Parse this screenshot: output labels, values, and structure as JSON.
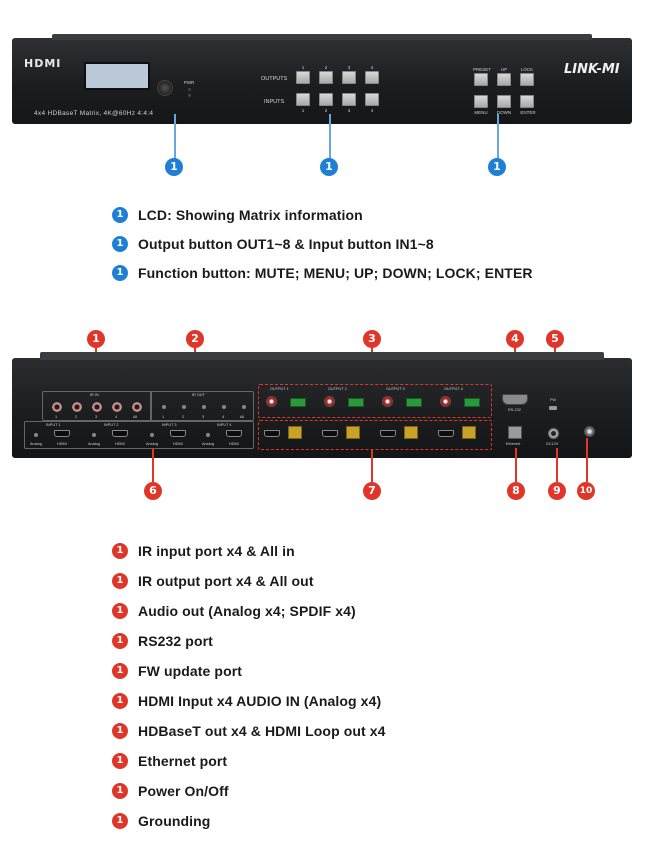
{
  "front_panel": {
    "logo": "HDMI",
    "subtitle": "4x4 HDBaseT Matrix, 4K@60Hz 4:4:4",
    "brand": "LINK-MI",
    "outputs_label": "OUTPUTS",
    "inputs_label": "INPUTS",
    "button_numbers": [
      "1",
      "2",
      "3",
      "4"
    ],
    "function_buttons": [
      "PRESET",
      "UP",
      "LOCK",
      "MENU",
      "DOWN",
      "ENTER"
    ],
    "power_label": "PWR"
  },
  "front_callouts": [
    "1",
    "1",
    "1"
  ],
  "front_legend": [
    {
      "num": "1",
      "text": "LCD: Showing Matrix information"
    },
    {
      "num": "1",
      "text": "Output button OUT1~8 & Input button IN1~8"
    },
    {
      "num": "1",
      "text": "Function button: MUTE; MENU; UP; DOWN; LOCK; ENTER"
    }
  ],
  "back_panel": {
    "ir_in_label": "IR IN",
    "ir_out_label": "IR OUT",
    "ir_in_ports": [
      "1",
      "2",
      "3",
      "4",
      "All"
    ],
    "ir_out_ports": [
      "1",
      "2",
      "3",
      "4",
      "All"
    ],
    "input_labels": [
      "INPUT 1",
      "INPUT 2",
      "INPUT 3",
      "INPUT 4"
    ],
    "input_sub": [
      "Analog",
      "HDMI"
    ],
    "outputs": [
      "OUTPUT 1",
      "OUTPUT 2",
      "OUTPUT 3",
      "OUTPUT 4"
    ],
    "rs232_label": "RS-232",
    "fw_label": "FW",
    "ethernet_label": "Ethernet",
    "dc_label": "DC12V"
  },
  "back_callouts": [
    "1",
    "2",
    "3",
    "4",
    "5",
    "6",
    "7",
    "8",
    "9",
    "10"
  ],
  "back_legend": [
    {
      "num": "1",
      "text": "IR input port x4 & All in"
    },
    {
      "num": "1",
      "text": "IR output port x4 & All out"
    },
    {
      "num": "1",
      "text": "Audio out (Analog x4; SPDIF x4)"
    },
    {
      "num": "1",
      "text": "RS232 port"
    },
    {
      "num": "1",
      "text": "FW update port"
    },
    {
      "num": "1",
      "text": "HDMI Input x4 AUDIO IN (Analog x4)"
    },
    {
      "num": "1",
      "text": "HDBaseT out x4 & HDMI Loop out x4"
    },
    {
      "num": "1",
      "text": "Ethernet port"
    },
    {
      "num": "1",
      "text": "Power On/Off"
    },
    {
      "num": "1",
      "text": "Grounding"
    }
  ],
  "colors": {
    "blue_badge": "#1f7fd4",
    "red_badge": "#e0362a"
  }
}
